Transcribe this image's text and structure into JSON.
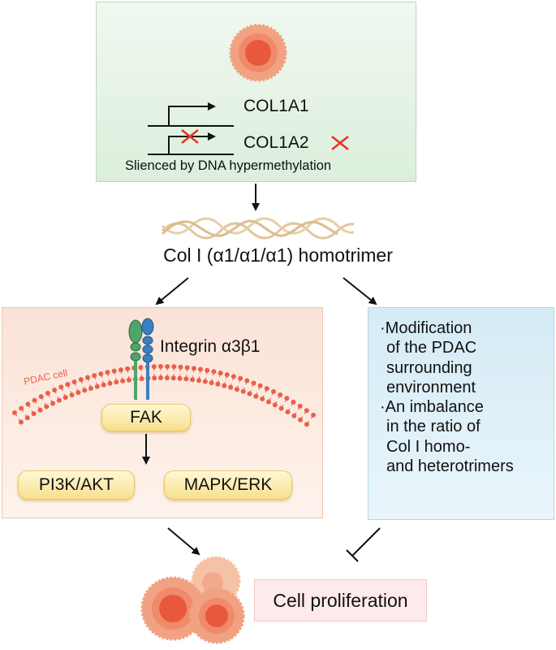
{
  "top": {
    "gene_1": "COL1A1",
    "gene_2": "COL1A2",
    "silencing_note": "Slienced by DNA hypermethylation"
  },
  "product_label": "Col I (α1/α1/α1) homotrimer",
  "left": {
    "receptor_label": "Integrin α3β1",
    "membrane_label": "PDAC cell",
    "kinase_label": "FAK",
    "pathway_1": "PI3K/AKT",
    "pathway_2": "MAPK/ERK"
  },
  "right": {
    "lines": [
      "·Modification",
      "of the PDAC",
      "surrounding",
      "environment",
      "·An imbalance",
      "in the ratio of",
      "Col I homo-",
      "and heterotrimers"
    ]
  },
  "outcome_label": "Cell proliferation",
  "colors": {
    "cell_outer": "#f0a283",
    "cell_inner": "#e9583c",
    "membrane": "#e8604a",
    "red_x": "#e8332a",
    "collagen": "#e2c59a",
    "integrin_green": "#4fa36b",
    "integrin_blue": "#3b7fc0"
  }
}
